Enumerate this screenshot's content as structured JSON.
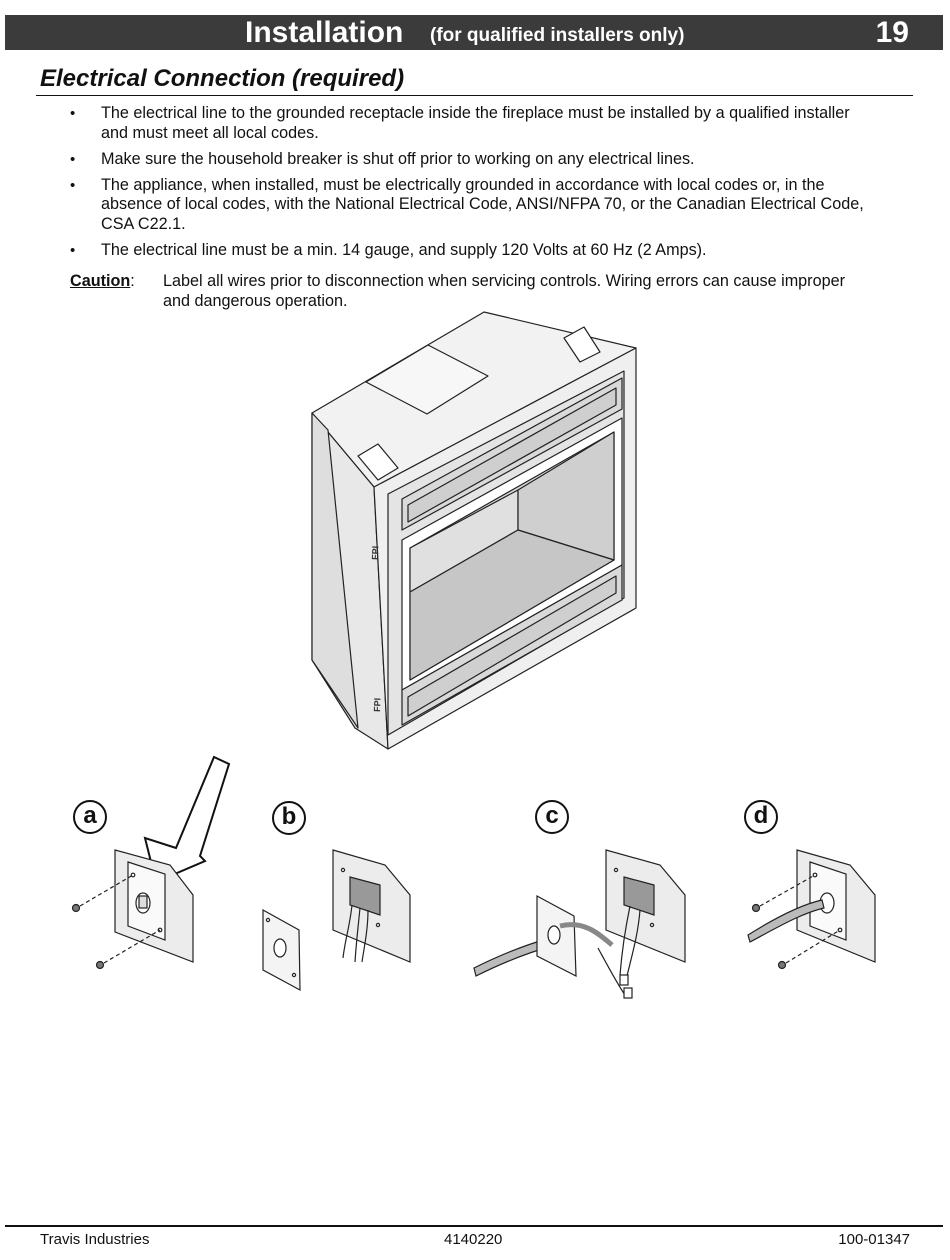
{
  "header": {
    "title": "Installation",
    "subtitle": "(for qualified installers only)",
    "page_number": "19"
  },
  "section": {
    "title": "Electrical Connection (required)"
  },
  "bullets": [
    "The electrical line to the grounded receptacle inside the fireplace must be installed by a qualified installer and must meet all local codes.",
    "Make sure the household breaker is shut off prior to working on any electrical lines.",
    "The appliance, when installed, must be electrically grounded in accordance with local codes or, in the absence of local codes, with the National Electrical Code, ANSI/NFPA 70, or the Canadian Electrical Code, CSA C22.1.",
    "The electrical line must be a min. 14 gauge, and supply 120 Volts at 60 Hz (2 Amps)."
  ],
  "caution": {
    "label": "Caution",
    "colon": ":",
    "text": "Label all wires prior to disconnection when servicing controls.  Wiring errors can cause improper and dangerous operation."
  },
  "figure": {
    "step_labels": [
      "a",
      "b",
      "c",
      "d"
    ],
    "fireplace_logo": "FPI"
  },
  "footer": {
    "left": "Travis Industries",
    "center": "4140220",
    "right": "100-01347"
  }
}
